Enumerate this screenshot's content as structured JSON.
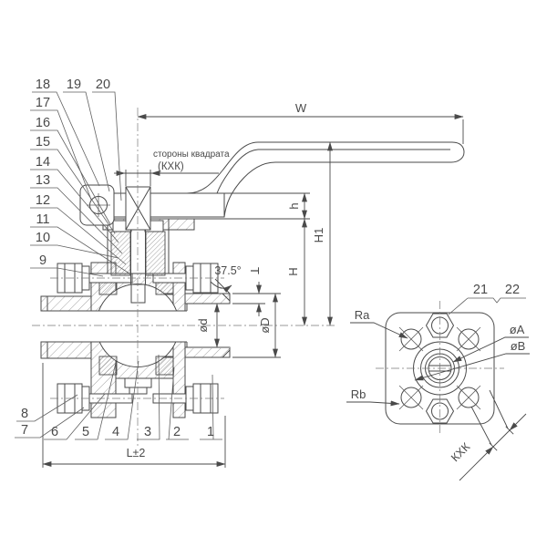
{
  "drawing": {
    "background": "#ffffff",
    "line_color": "#4a4a4a",
    "text_color": "#4a4a4a",
    "callouts": {
      "top": [
        "18",
        "19",
        "20"
      ],
      "left": [
        "17",
        "16",
        "15",
        "14",
        "13",
        "12",
        "11",
        "10",
        "9"
      ],
      "bottom_left": [
        "8",
        "7"
      ],
      "bottom": [
        "6",
        "5",
        "4",
        "3",
        "2",
        "1"
      ],
      "side": [
        "21",
        "22"
      ]
    },
    "dimensions": {
      "width": "W",
      "handle_height": "h",
      "height_total": "H1",
      "height": "H",
      "outer_diameter": "øD",
      "bore_diameter": "ød",
      "wall": "T",
      "bevel_angle": "37.5°",
      "length": "L±2",
      "square_note_line1": "стороны квадрата",
      "square_note_line2": "(КХК)",
      "square_diagonal": "КХК",
      "radius_a": "Ra",
      "radius_b": "Rb",
      "diameter_a": "øA",
      "diameter_b": "øB"
    }
  }
}
